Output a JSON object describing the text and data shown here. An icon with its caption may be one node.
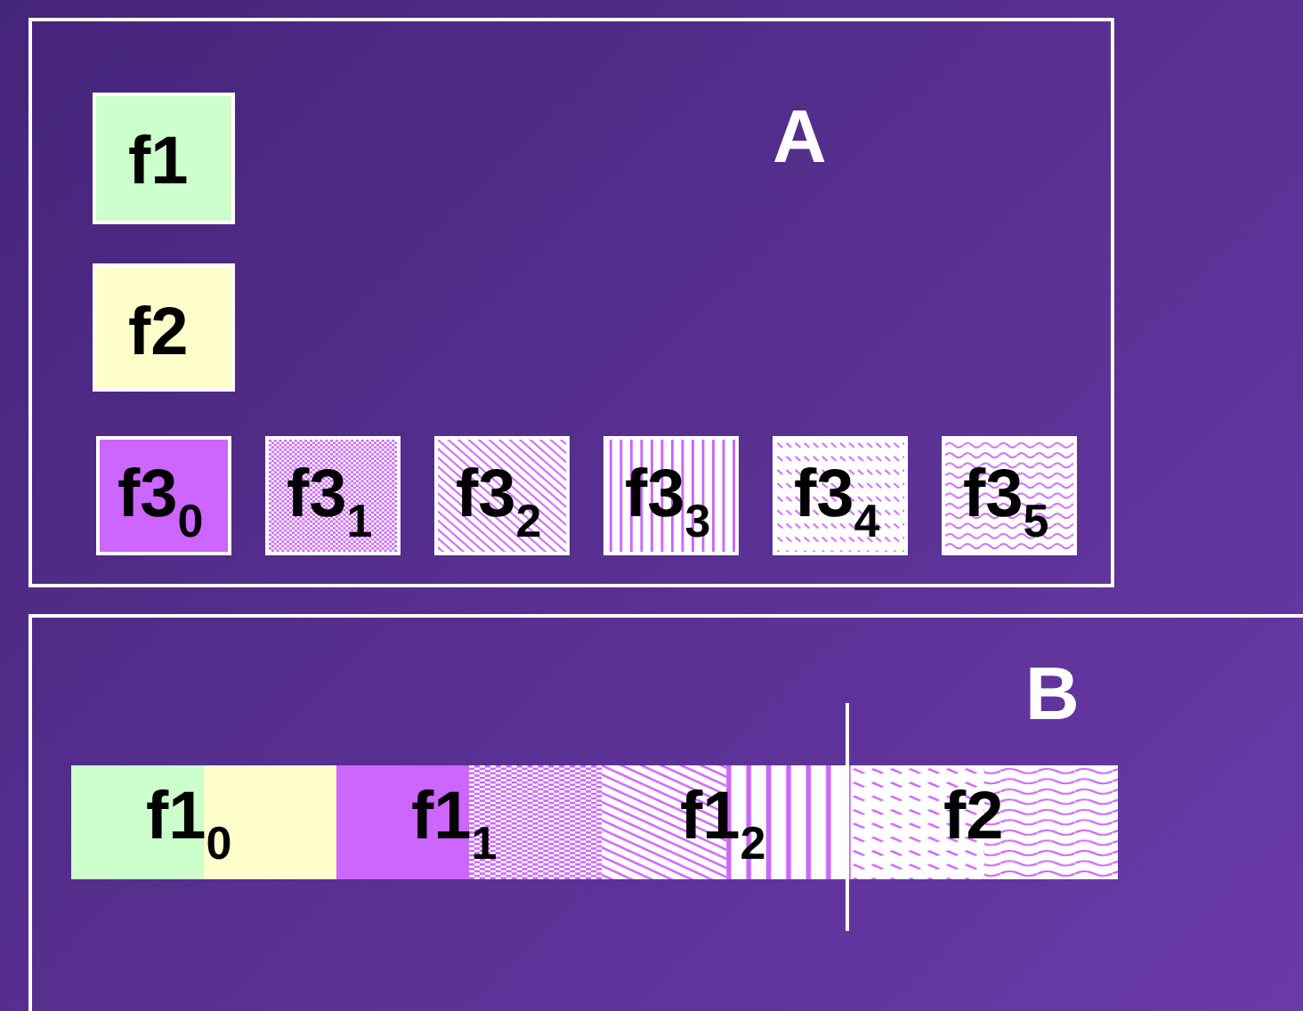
{
  "diagram": {
    "nodes": [
      {
        "text": [
          "A"
        ]
      },
      {
        "text": [
          "f1"
        ],
        "in": 0
      },
      {
        "text": [
          "f2"
        ],
        "in": 0
      },
      {
        "text": [
          "f3$_{0}$"
        ],
        "in": 0
      },
      {
        "text": [
          "f3$_{1}$"
        ],
        "in": 0
      },
      {
        "text": [
          "f3$_{2}$"
        ],
        "in": 0
      },
      {
        "text": [
          "f3$_{3}$"
        ],
        "in": 0
      },
      {
        "text": [
          "f3$_{4}$"
        ],
        "in": 0
      },
      {
        "text": [
          "f3$_{5}$"
        ],
        "in": 0
      },
      {
        "text": [
          "B"
        ]
      },
      {
        "text": [
          "f1$_{0}$"
        ],
        "in": 9
      },
      {
        "text": [
          "f1$_{1}$"
        ],
        "in": 9
      },
      {
        "text": [
          "f1$_{2}$"
        ],
        "in": 9
      },
      {
        "text": [
          "f2"
        ],
        "in": 9
      }
    ],
    "edges": []
  }
}
